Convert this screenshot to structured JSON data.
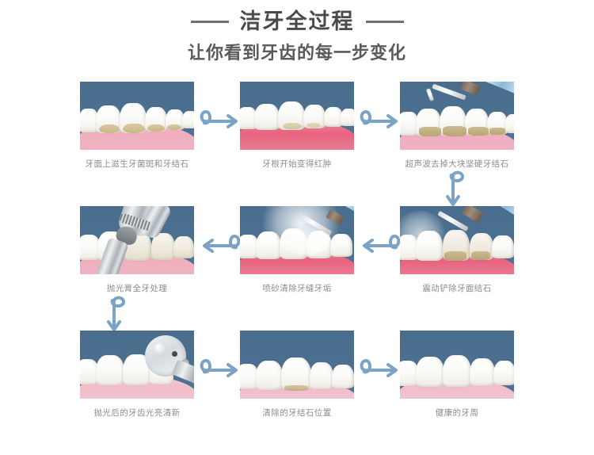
{
  "header": {
    "title": "洁牙全过程",
    "subtitle": "让你看到牙齿的每一步变化",
    "rule_left": "decorative-rule",
    "rule_right": "decorative-rule"
  },
  "theme": {
    "arrow_color": "#7ba3c6",
    "title_color": "#4a4a4a",
    "subtitle_color": "#5a5a5a",
    "caption_color": "#8d8d8d",
    "image_sky": "#4b6f90",
    "gum_healthy": "#f0aebf",
    "gum_inflamed": "#e8637f",
    "tooth_white": "#ffffff",
    "calculus_yellow": "#c4b07c"
  },
  "steps": [
    {
      "index": 1,
      "row": 1,
      "col": 1,
      "caption": "牙面上滋生牙菌斑和牙结石",
      "scene": "plaque-teeth"
    },
    {
      "index": 2,
      "row": 1,
      "col": 2,
      "caption": "牙根开始变得红肿",
      "scene": "inflamed-gum"
    },
    {
      "index": 3,
      "row": 1,
      "col": 3,
      "caption": "超声波去掉大块坚硬牙结石",
      "scene": "ultrasonic-scaler"
    },
    {
      "index": 4,
      "row": 2,
      "col": 3,
      "caption": "震动铲除牙面结石",
      "scene": "vibrating-scaler"
    },
    {
      "index": 5,
      "row": 2,
      "col": 2,
      "caption": "喷砂清除牙缝牙垢",
      "scene": "air-polishing"
    },
    {
      "index": 6,
      "row": 2,
      "col": 1,
      "caption": "抛光膏全牙处理",
      "scene": "polishing-paste"
    },
    {
      "index": 7,
      "row": 3,
      "col": 1,
      "caption": "抛光后的牙齿光亮清新",
      "scene": "polished-teeth"
    },
    {
      "index": 8,
      "row": 3,
      "col": 2,
      "caption": "清除的牙结石位置",
      "scene": "cleaned-calculus-site"
    },
    {
      "index": 9,
      "row": 3,
      "col": 3,
      "caption": "健康的牙周",
      "scene": "healthy-periodontium"
    }
  ],
  "arrows": [
    {
      "id": "r1-1to2",
      "direction": "right"
    },
    {
      "id": "r1-2to3",
      "direction": "right"
    },
    {
      "id": "col3-down",
      "direction": "down"
    },
    {
      "id": "r2-3to2",
      "direction": "left"
    },
    {
      "id": "r2-2to1",
      "direction": "left"
    },
    {
      "id": "col1-down",
      "direction": "down"
    },
    {
      "id": "r3-1to2",
      "direction": "right"
    },
    {
      "id": "r3-2to3",
      "direction": "right"
    }
  ]
}
